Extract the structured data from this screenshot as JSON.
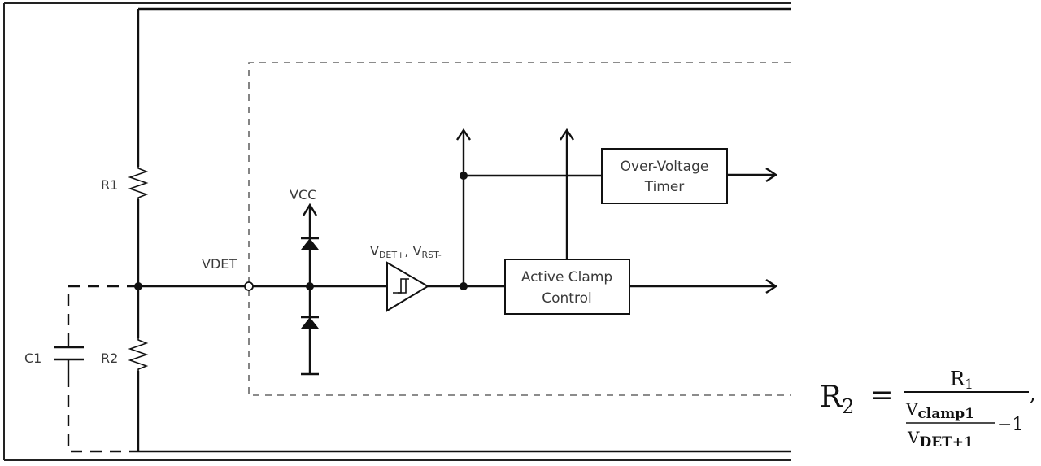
{
  "diagram": {
    "components": {
      "r1": "R1",
      "r2": "R2",
      "c1": "C1",
      "vdet": "VDET",
      "vcc": "VCC",
      "comparator_label": {
        "v1": "V",
        "v1_sub": "DET+",
        "sep": ", ",
        "v2": "V",
        "v2_sub": "RST-"
      },
      "over_voltage_timer": [
        "Over-Voltage",
        "Timer"
      ],
      "active_clamp_control": [
        "Active Clamp",
        "Control"
      ]
    },
    "equation": {
      "lhs": "R",
      "lhs_sub": "2",
      "equals": "=",
      "numerator": "R",
      "numerator_sub": "1",
      "inner_num": "V",
      "inner_num_sub": "clamp1",
      "inner_den": "V",
      "inner_den_sub": "DET+1",
      "minus_one": "−1",
      "trailing": ","
    }
  }
}
